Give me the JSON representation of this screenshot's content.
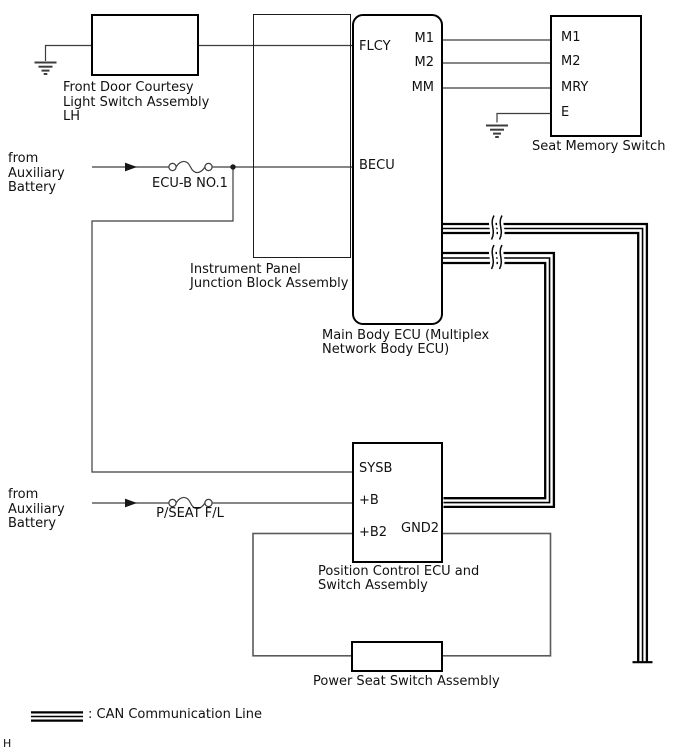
{
  "diagram": {
    "title_context": "Seat memory wiring diagram",
    "components": {
      "courtesy_switch": {
        "label_line1": "Front Door Courtesy",
        "label_line2": "Light Switch Assembly",
        "label_line3": "LH"
      },
      "junction_block": {
        "label_line1": "Instrument Panel",
        "label_line2": "Junction Block Assembly"
      },
      "main_body_ecu": {
        "label_line1": "Main Body ECU (Multiplex",
        "label_line2": "Network Body ECU)",
        "pins": {
          "flcy": "FLCY",
          "becu": "BECU",
          "m1": "M1",
          "m2": "M2",
          "mm": "MM"
        }
      },
      "seat_memory_switch": {
        "label": "Seat Memory Switch",
        "pins": {
          "m1": "M1",
          "m2": "M2",
          "mry": "MRY",
          "e": "E"
        }
      },
      "position_control_ecu": {
        "label_line1": "Position Control ECU and",
        "label_line2": "Switch Assembly",
        "pins": {
          "sysb": "SYSB",
          "plus_b": "+B",
          "plus_b2": "+B2",
          "gnd2": "GND2"
        }
      },
      "power_seat_switch": {
        "label": "Power Seat Switch Assembly"
      }
    },
    "power_sources": {
      "source1": {
        "line1": "from",
        "line2": "Auxiliary",
        "line3": "Battery",
        "fuse": "ECU-B NO.1"
      },
      "source2": {
        "line1": "from",
        "line2": "Auxiliary",
        "line3": "Battery",
        "fuse": "P/SEAT F/L"
      }
    },
    "legend": {
      "can_label": ": CAN Communication Line"
    },
    "page_marker": "H",
    "colors": {
      "wire": "#3d3d3d",
      "component_border": "#000000",
      "can_line": "#000000",
      "loop_wire": "#5a5a5a",
      "background": "#ffffff"
    }
  }
}
